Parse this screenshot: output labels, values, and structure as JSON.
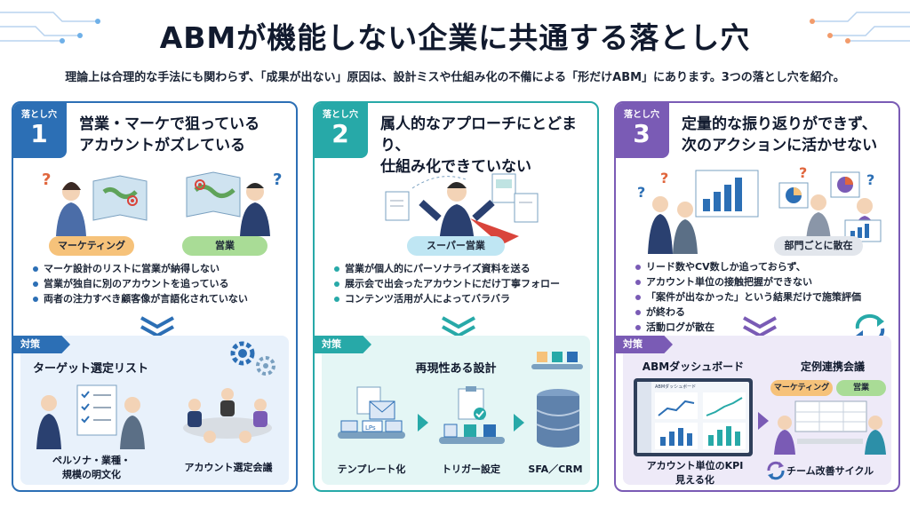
{
  "header": {
    "title": "ABMが機能しない企業に共通する落とし穴",
    "subtitle": "理論上は合理的な手法にも関わらず、「成果が出ない」原因は、設計ミスや仕組み化の不備による「形だけABM」にあります。3つの落とし穴を紹介。"
  },
  "pitfalls": [
    {
      "badge_label": "落とし穴",
      "number": "1",
      "title_line1": "営業・マーケで狙っている",
      "title_line2": "アカウントがズレている",
      "tag_a": "マーケティング",
      "tag_b": "営業",
      "bullets": [
        "マーケ設計のリストに営業が納得しない",
        "営業が独自に別のアカウントを追っている",
        "両者の注力すべき顧客像が言語化されていない"
      ],
      "countermeasure_label": "対策",
      "solution_title": "ターゲット選定リスト",
      "solution_a_line1": "ペルソナ・業種・",
      "solution_a_line2": "規模の明文化",
      "solution_b": "アカウント選定会議"
    },
    {
      "badge_label": "落とし穴",
      "number": "2",
      "title_line1": "属人的なアプローチにとどまり、",
      "title_line2": "仕組み化できていない",
      "tag_a": "スーパー営業",
      "bullets": [
        "営業が個人的にパーソナライズ資料を送る",
        "展示会で出会ったアカウントにだけ丁寧フォロー",
        "コンテンツ活用が人によってバラバラ"
      ],
      "countermeasure_label": "対策",
      "solution_title": "再現性ある設計",
      "solution_a": "テンプレート化",
      "solution_b": "トリガー設定",
      "solution_c": "SFA／CRM",
      "lp_label": "LPs"
    },
    {
      "badge_label": "落とし穴",
      "number": "3",
      "title_line1": "定量的な振り返りができず、",
      "title_line2": "次のアクションに活かせない",
      "tag_a": "部門ごとに散在",
      "bullets": [
        "リード数やCV数しか追っておらず、",
        "アカウント単位の接触把握ができない",
        "「案件が出なかった」という結果だけで施策評価",
        "が終わる",
        "活動ログが散在"
      ],
      "countermeasure_label": "対策",
      "solution_title_a": "ABMダッシュボード",
      "solution_title_b": "定例連携会議",
      "tag_marketing": "マーケティング",
      "tag_sales": "営業",
      "solution_a_line1": "アカウント単位のKPI",
      "solution_a_line2": "見える化",
      "solution_b": "チーム改善サイクル",
      "dashboard_label": "ABMダッシュボード"
    }
  ],
  "colors": {
    "blue": "#2c6fb5",
    "teal": "#27a9a8",
    "purple": "#7a5bb5",
    "marketing_tag": "#f6c27a",
    "sales_tag": "#a9dc96"
  },
  "icons": [
    "question-icon",
    "map-icon",
    "gear-icon",
    "checklist-icon",
    "mail-icon",
    "document-icon",
    "database-icon",
    "clipboard-icon",
    "bar-chart-icon",
    "pie-chart-icon",
    "refresh-icon",
    "cycle-icon",
    "chevron-down-icon"
  ]
}
